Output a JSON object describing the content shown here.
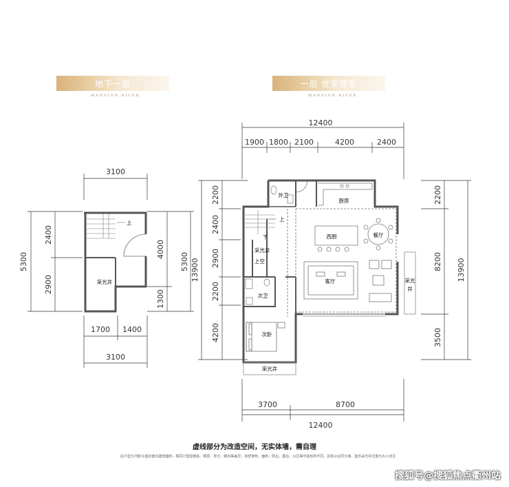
{
  "sections": {
    "basement_title": "地下一层",
    "ground_title": "一层 世家尊崇",
    "subtitle": "MANSION RIVER"
  },
  "basement": {
    "dim_top": "3100",
    "dim_left_total": "5300",
    "dim_left_1": "2400",
    "dim_left_2": "2900",
    "dim_right_1": "4000",
    "dim_right_2": "1300",
    "dim_right_total": "5300",
    "dim_bottom_1": "1700",
    "dim_bottom_2": "1400",
    "dim_bottom_total": "3100",
    "rooms": {
      "up": "上",
      "light_well": "采光井"
    }
  },
  "ground": {
    "dim_top_total": "12400",
    "dim_top_parts": [
      "1900",
      "1800",
      "2100",
      "4200",
      "2400"
    ],
    "dim_left_total": "13900",
    "dim_left_parts": [
      "2200",
      "2400",
      "2900",
      "2200",
      "4200"
    ],
    "dim_right_parts": [
      "2200",
      "8200",
      "3500"
    ],
    "dim_right_total": "13900",
    "dim_bottom_parts": [
      "3700",
      "8700"
    ],
    "dim_bottom_total": "12400",
    "rooms": {
      "outer_bath": "外卫",
      "up": "上",
      "kitchen": "厨房",
      "down": "下",
      "west_kitchen": "西厨",
      "dining": "餐厅",
      "light_well_void_1": "采光井",
      "light_well_void_2": "上空",
      "living": "客厅",
      "light_well_right_1": "采光",
      "light_well_right_2": "井",
      "second_bath": "次卫",
      "second_bedroom": "次卧",
      "light_well_bottom": "采光井"
    }
  },
  "notes": {
    "main": "虚线部分为改造空间，无实体墙，需自理",
    "fine": "此户型为7楼D1座的套内建筑面积，相同户型因楼栋、楼层、单元、朝向等差异，商舒架构、面积、阳台、露台、公区等可能有所不同，具体以合同为准，室外采光井位置与大小详见楼栋图。"
  },
  "watermark": "搜狐号@搜狐焦点衢州站",
  "colors": {
    "banner_gold": "#d9b27a",
    "wall": "#555555",
    "dim_line": "#333333"
  }
}
